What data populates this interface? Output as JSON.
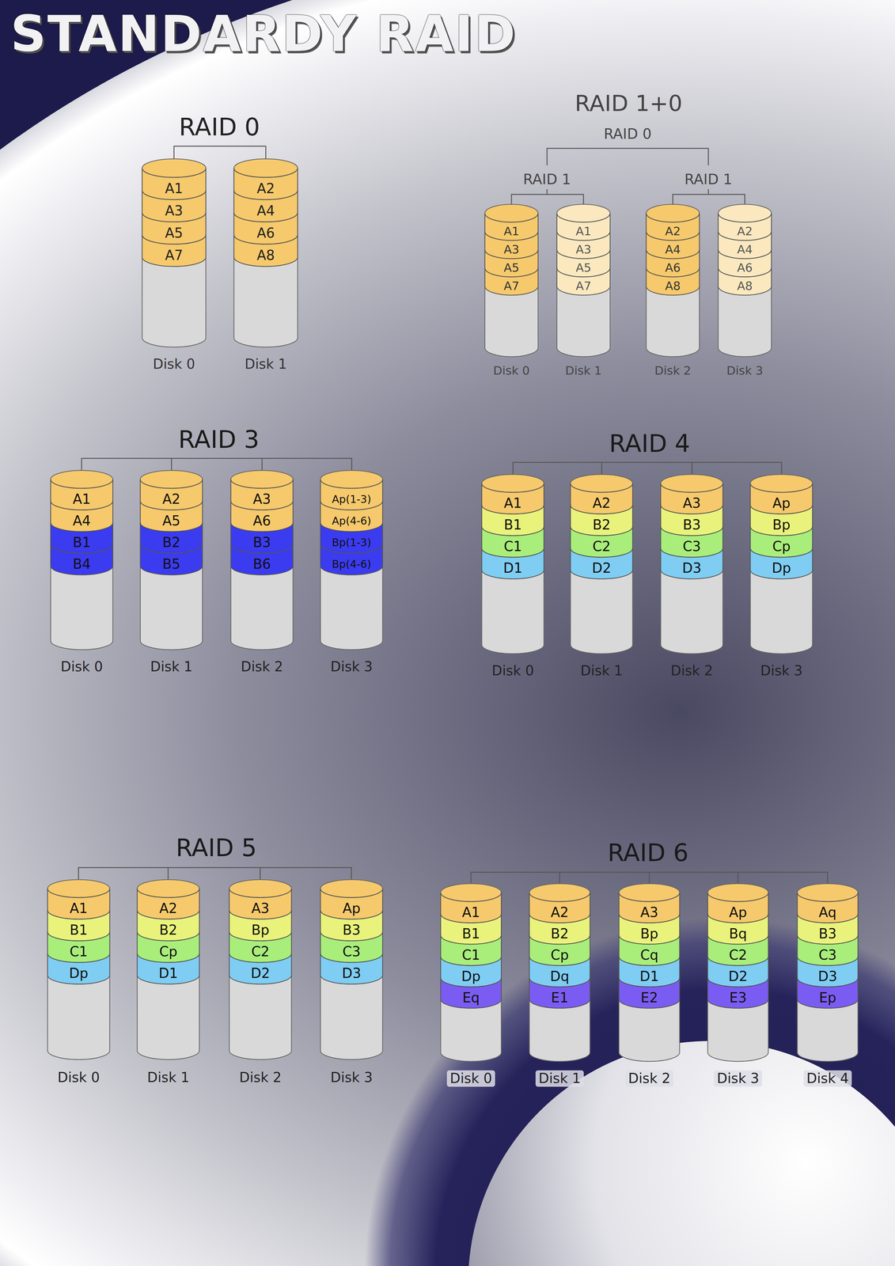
{
  "diagram": {
    "title": "STANDARDY RAID",
    "nodes": [
      {
        "text": [
          "Disk 0"
        ]
      },
      {
        "text": [
          "A1"
        ],
        "in": 0
      },
      {
        "text": [
          "A3"
        ],
        "in": 0
      },
      {
        "text": [
          "A5"
        ],
        "in": 0
      },
      {
        "text": [
          "A7"
        ],
        "in": 0
      },
      {
        "text": [
          "Disk 1"
        ]
      },
      {
        "text": [
          "A2"
        ],
        "in": 5
      },
      {
        "text": [
          "A4"
        ],
        "in": 5
      },
      {
        "text": [
          "A6"
        ],
        "in": 5
      },
      {
        "text": [
          "A8"
        ],
        "in": 5
      },
      {
        "text": [
          "Disk 0"
        ]
      },
      {
        "text": [
          "A1"
        ],
        "in": 10
      },
      {
        "text": [
          "A3"
        ],
        "in": 10
      },
      {
        "text": [
          "A5"
        ],
        "in": 10
      },
      {
        "text": [
          "A7"
        ],
        "in": 10
      },
      {
        "text": [
          "Disk 1"
        ]
      },
      {
        "text": [
          "A1"
        ],
        "in": 15
      },
      {
        "text": [
          "A3"
        ],
        "in": 15
      },
      {
        "text": [
          "A5"
        ],
        "in": 15
      },
      {
        "text": [
          "A7"
        ],
        "in": 15
      },
      {
        "text": [
          "Disk 2"
        ]
      },
      {
        "text": [
          "A2"
        ],
        "in": 20
      },
      {
        "text": [
          "A4"
        ],
        "in": 20
      },
      {
        "text": [
          "A6"
        ],
        "in": 20
      },
      {
        "text": [
          "A8"
        ],
        "in": 20
      },
      {
        "text": [
          "Disk 3"
        ]
      },
      {
        "text": [
          "A2"
        ],
        "in": 25
      },
      {
        "text": [
          "A4"
        ],
        "in": 25
      },
      {
        "text": [
          "A6"
        ],
        "in": 25
      },
      {
        "text": [
          "A8"
        ],
        "in": 25
      },
      {
        "text": [
          "Disk 0"
        ]
      },
      {
        "text": [
          "A1"
        ],
        "in": 30
      },
      {
        "text": [
          "A4"
        ],
        "in": 30
      },
      {
        "text": [
          "B1"
        ],
        "in": 30
      },
      {
        "text": [
          "B4"
        ],
        "in": 30
      },
      {
        "text": [
          "Disk 1"
        ]
      },
      {
        "text": [
          "A2"
        ],
        "in": 35
      },
      {
        "text": [
          "A5"
        ],
        "in": 35
      },
      {
        "text": [
          "B2"
        ],
        "in": 35
      },
      {
        "text": [
          "B5"
        ],
        "in": 35
      },
      {
        "text": [
          "Disk 2"
        ]
      },
      {
        "text": [
          "A3"
        ],
        "in": 40
      },
      {
        "text": [
          "A6"
        ],
        "in": 40
      },
      {
        "text": [
          "B3"
        ],
        "in": 40
      },
      {
        "text": [
          "B6"
        ],
        "in": 40
      },
      {
        "text": [
          "Disk 3"
        ]
      },
      {
        "text": [
          "Ap(1-3)"
        ],
        "in": 45
      },
      {
        "text": [
          "Ap(4-6)"
        ],
        "in": 45
      },
      {
        "text": [
          "Bp(1-3)"
        ],
        "in": 45
      },
      {
        "text": [
          "Bp(4-6)"
        ],
        "in": 45
      },
      {
        "text": [
          "Disk 0"
        ]
      },
      {
        "text": [
          "A1"
        ],
        "in": 50
      },
      {
        "text": [
          "B1"
        ],
        "in": 50
      },
      {
        "text": [
          "C1"
        ],
        "in": 50
      },
      {
        "text": [
          "D1"
        ],
        "in": 50
      },
      {
        "text": [
          "Disk 1"
        ]
      },
      {
        "text": [
          "A2"
        ],
        "in": 55
      },
      {
        "text": [
          "B2"
        ],
        "in": 55
      },
      {
        "text": [
          "C2"
        ],
        "in": 55
      },
      {
        "text": [
          "D2"
        ],
        "in": 55
      },
      {
        "text": [
          "Disk 2"
        ]
      },
      {
        "text": [
          "A3"
        ],
        "in": 60
      },
      {
        "text": [
          "B3"
        ],
        "in": 60
      },
      {
        "text": [
          "C3"
        ],
        "in": 60
      },
      {
        "text": [
          "D3"
        ],
        "in": 60
      },
      {
        "text": [
          "Disk 3"
        ]
      },
      {
        "text": [
          "Ap"
        ],
        "in": 65
      },
      {
        "text": [
          "Bp"
        ],
        "in": 65
      },
      {
        "text": [
          "Cp"
        ],
        "in": 65
      },
      {
        "text": [
          "Dp"
        ],
        "in": 65
      },
      {
        "text": [
          "Disk 0"
        ]
      },
      {
        "text": [
          "A1"
        ],
        "in": 70
      },
      {
        "text": [
          "B1"
        ],
        "in": 70
      },
      {
        "text": [
          "C1"
        ],
        "in": 70
      },
      {
        "text": [
          "Dp"
        ],
        "in": 70
      },
      {
        "text": [
          "Disk 1"
        ]
      },
      {
        "text": [
          "A2"
        ],
        "in": 75
      },
      {
        "text": [
          "B2"
        ],
        "in": 75
      },
      {
        "text": [
          "Cp"
        ],
        "in": 75
      },
      {
        "text": [
          "D1"
        ],
        "in": 75
      },
      {
        "text": [
          "Disk 2"
        ]
      },
      {
        "text": [
          "A3"
        ],
        "in": 80
      },
      {
        "text": [
          "Bp"
        ],
        "in": 80
      },
      {
        "text": [
          "C2"
        ],
        "in": 80
      },
      {
        "text": [
          "D2"
        ],
        "in": 80
      },
      {
        "text": [
          "Disk 3"
        ]
      },
      {
        "text": [
          "Ap"
        ],
        "in": 85
      },
      {
        "text": [
          "B3"
        ],
        "in": 85
      },
      {
        "text": [
          "C3"
        ],
        "in": 85
      },
      {
        "text": [
          "D3"
        ],
        "in": 85
      },
      {
        "text": [
          "Disk 0"
        ]
      },
      {
        "text": [
          "A1"
        ],
        "in": 90
      },
      {
        "text": [
          "B1"
        ],
        "in": 90
      },
      {
        "text": [
          "C1"
        ],
        "in": 90
      },
      {
        "text": [
          "Dp"
        ],
        "in": 90
      },
      {
        "text": [
          "Eq"
        ],
        "in": 90
      },
      {
        "text": [
          "Disk 1"
        ]
      },
      {
        "text": [
          "A2"
        ],
        "in": 96
      },
      {
        "text": [
          "B2"
        ],
        "in": 96
      },
      {
        "text": [
          "Cp"
        ],
        "in": 96
      },
      {
        "text": [
          "Dq"
        ],
        "in": 96
      },
      {
        "text": [
          "E1"
        ],
        "in": 96
      },
      {
        "text": [
          "Disk 2"
        ]
      },
      {
        "text": [
          "A3"
        ],
        "in": 102
      },
      {
        "text": [
          "Bp"
        ],
        "in": 102
      },
      {
        "text": [
          "Cq"
        ],
        "in": 102
      },
      {
        "text": [
          "D1"
        ],
        "in": 102
      },
      {
        "text": [
          "E2"
        ],
        "in": 102
      },
      {
        "text": [
          "Disk 3"
        ]
      },
      {
        "text": [
          "Ap"
        ],
        "in": 108
      },
      {
        "text": [
          "Bq"
        ],
        "in": 108
      },
      {
        "text": [
          "C2"
        ],
        "in": 108
      },
      {
        "text": [
          "D2"
        ],
        "in": 108
      },
      {
        "text": [
          "E3"
        ],
        "in": 108
      },
      {
        "text": [
          "Disk 4"
        ]
      },
      {
        "text": [
          "Aq"
        ],
        "in": 114
      },
      {
        "text": [
          "B3"
        ],
        "in": 114
      },
      {
        "text": [
          "C3"
        ],
        "in": 114
      },
      {
        "text": [
          "D3"
        ],
        "in": 114
      },
      {
        "text": [
          "Ep"
        ],
        "in": 114
      }
    ],
    "labels": [
      "RAID 0",
      "RAID 1+0",
      "RAID 0",
      "RAID 1",
      "RAID 1",
      "RAID 3",
      "RAID 4",
      "RAID 5",
      "RAID 6"
    ]
  }
}
